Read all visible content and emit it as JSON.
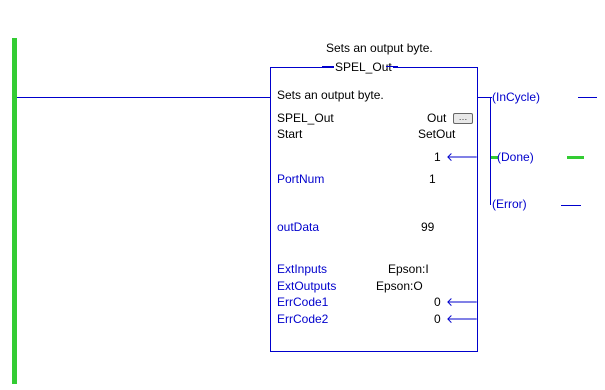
{
  "colors": {
    "power_rail": "#33cc33",
    "rung_wire": "#0000cc",
    "energized": "#33cc33",
    "block_border": "#0000cc"
  },
  "rung": {
    "comment": "Sets an output byte."
  },
  "block": {
    "title": "SPEL_Out",
    "description": "Sets an output byte.",
    "instruction_label": "SPEL_Out",
    "instruction_value": "Out",
    "properties_button_icon": "ellipsis-icon",
    "start_label": "Start",
    "start_value": "SetOut",
    "done_value": "1",
    "port_label": "PortNum",
    "port_value": "1",
    "data_label": "outData",
    "data_value": "99",
    "inputs_label": "ExtInputs",
    "inputs_value": "Epson:I",
    "outputs_label": "ExtOutputs",
    "outputs_value": "Epson:O",
    "err1_label": "ErrCode1",
    "err1_value": "0",
    "err2_label": "ErrCode2",
    "err2_value": "0",
    "arrow_icon": "left-arrow-icon"
  },
  "outputs": {
    "incycle": "InCycle",
    "done": "Done",
    "error": "Error"
  }
}
